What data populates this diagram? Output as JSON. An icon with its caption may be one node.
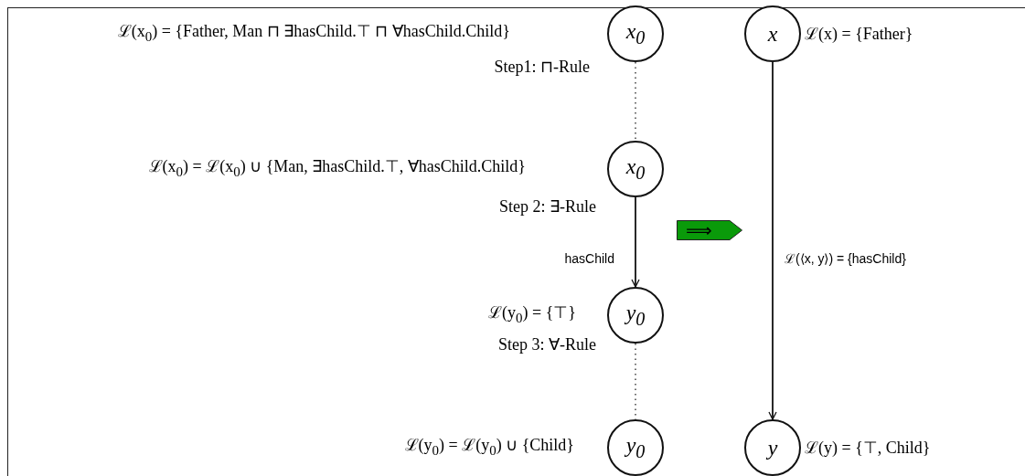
{
  "diagram": {
    "nodes": [
      {
        "text": [
          "x$_{0}$"
        ]
      },
      {
        "text": [
          "x$_{0}$"
        ]
      },
      {
        "text": [
          "y$_{0}$"
        ],
        "beside": [
          "ℒ(y$_{0}$) = {⊤}"
        ]
      },
      {
        "text": [
          "y$_{0}$"
        ],
        "beside": [
          "ℒ(y$_{0}$) = ℒ(y$_{0}$) ∪ {Child}"
        ]
      },
      {
        "text": [
          "x"
        ],
        "beside": [
          "ℒ(x) = {Father}"
        ]
      },
      {
        "text": [
          "y"
        ],
        "beside": [
          "ℒ(y) = {⊤, Child}"
        ]
      },
      {
        "text": [
          "⟹"
        ]
      }
    ],
    "edges": [
      {
        "from": 0,
        "to": 1,
        "arrow": "none",
        "style": "dashed"
      },
      {
        "from": 1,
        "to": 2,
        "arrow": "to",
        "label": "hasChild"
      },
      {
        "from": 2,
        "to": 3,
        "arrow": "none",
        "style": "dashed"
      },
      {
        "from": 4,
        "to": 5,
        "arrow": "to",
        "label": "ℒ(⟨x, y⟩) = {hasChild}"
      }
    ],
    "labels": [
      "ℒ(x$_{0}$) = {Father, Man ⊓ ∃hasChild.⊤ ⊓ ∀hasChild.Child}",
      "Step1: ⊓-Rule",
      "ℒ(x$_{0}$) = ℒ(x$_{0}$) ∪ {Man, ∃hasChild.⊤, ∀hasChild.Child}",
      "Step 2: ∃-Rule",
      "Step 3: ∀-Rule"
    ]
  }
}
